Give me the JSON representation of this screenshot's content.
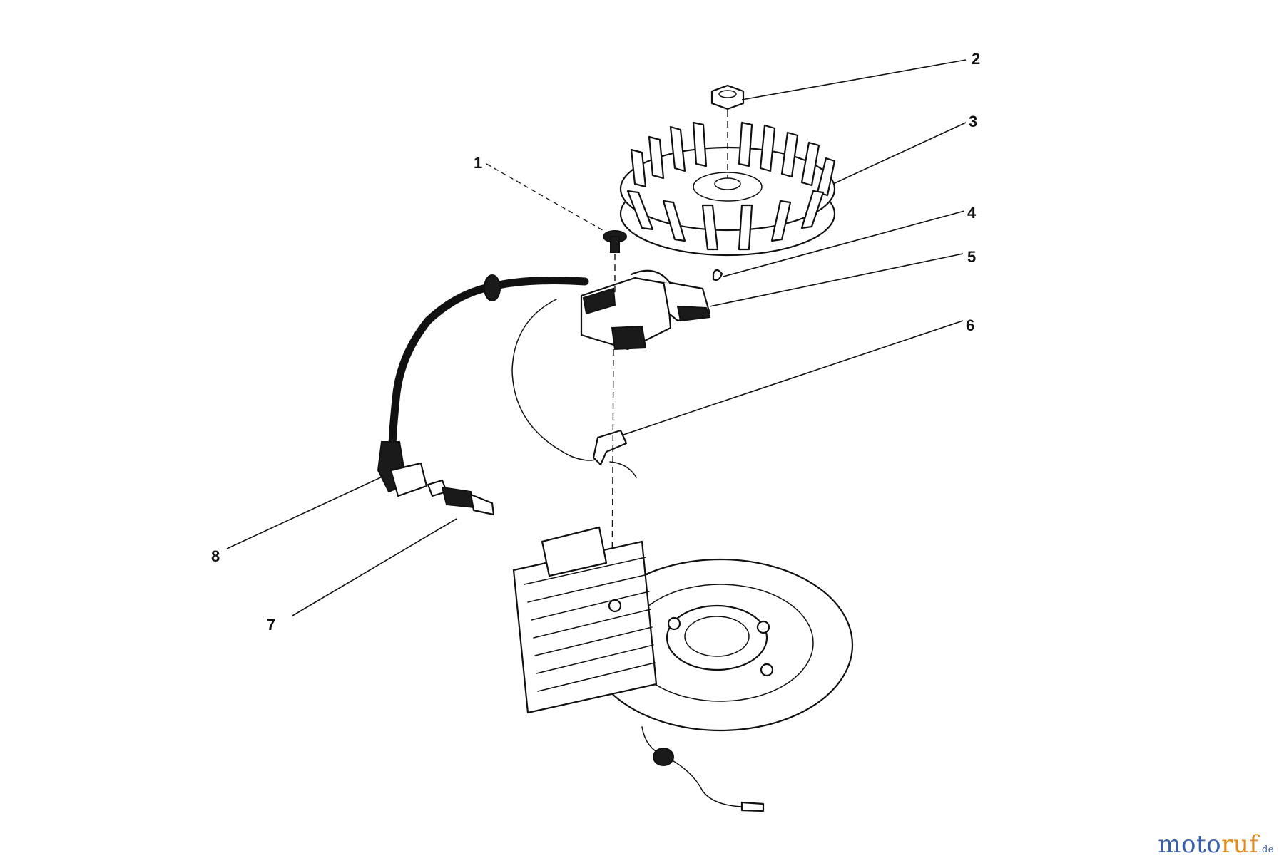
{
  "callouts": [
    "1",
    "2",
    "3",
    "4",
    "5",
    "6",
    "7",
    "8"
  ],
  "watermark": {
    "main_blue": "moto",
    "main_orange": "ruf",
    "suffix": ".de"
  },
  "colors": {
    "ink": "#111111",
    "watermark_blue": "#3a5fa8",
    "watermark_orange": "#e08a1e"
  }
}
